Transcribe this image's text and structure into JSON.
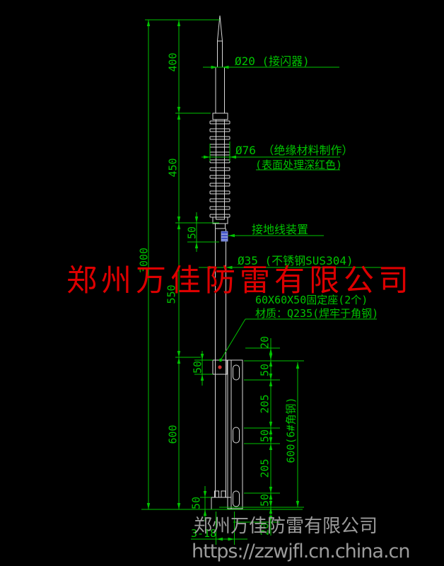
{
  "colors": {
    "background": "#000000",
    "structure_line": "#d9d9d9",
    "dimension_green": "#00c400",
    "watermark_red": "#dd0000",
    "footer_gray": "#9b9b9b",
    "grounding_clamp_blue": "#4253c8",
    "seat_dot_red": "#d03030"
  },
  "annotations": {
    "tip_label": "Ø20 (接闪器)",
    "insulator_label_line1": "Ø76 （绝缘材料制作）",
    "insulator_label_line2": "(表面处理深红色)",
    "grounding_label": "接地线装置",
    "pole_label": "Ø35 (不锈钢SUS304)",
    "mount_label_line1": "60X60X50固定座(2个)",
    "mount_label_line2": "材质：Q235(焊牢于角钢)",
    "holes_label": "3-18",
    "angle_steel_label": "600(6#角钢)"
  },
  "dimensions": {
    "overall": "3000",
    "left_segments": [
      "400",
      "450",
      "550",
      "600"
    ],
    "grounding_offset": "50",
    "mount_height": "50",
    "base_height": "50",
    "right_segments": [
      "20",
      "50",
      "205",
      "50",
      "205",
      "50",
      "20"
    ]
  },
  "watermark_text": "郑州万佳防雷有限公司",
  "footer": {
    "company": "郑州万佳防雷有限公司",
    "url": "https://zzwjfl.cn.china.cn"
  }
}
